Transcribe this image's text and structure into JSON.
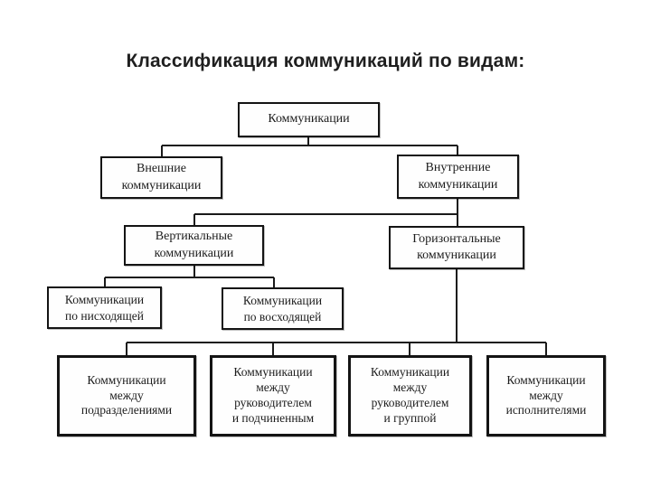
{
  "title": "Классификация коммуникаций по видам:",
  "diagram": {
    "type": "hierarchy-flowchart",
    "colors": {
      "background": "#ffffff",
      "line": "#1a1a1a",
      "box_fill": "#fefefe",
      "text": "#1c1c1c"
    },
    "nodes": [
      {
        "id": "communications",
        "level": 1,
        "label": "Коммуникации"
      },
      {
        "id": "external-communications",
        "level": 2,
        "label": "Внешние\nкоммуникации"
      },
      {
        "id": "internal-communications",
        "level": 2,
        "label": "Внутренние\nкоммуникации"
      },
      {
        "id": "vertical-communications",
        "level": 3,
        "label": "Вертикальные\nкоммуникации"
      },
      {
        "id": "horizontal-communications",
        "level": 3,
        "label": "Горизонтальные\nкоммуникации"
      },
      {
        "id": "downward-communications",
        "level": 4,
        "label": "Коммуникации\nпо нисходящей"
      },
      {
        "id": "upward-communications",
        "level": 4,
        "label": "Коммуникации\nпо восходящей"
      },
      {
        "id": "between-departments",
        "level": 5,
        "label": "Коммуникации\nмежду\nподразделениями"
      },
      {
        "id": "manager-subordinate",
        "level": 5,
        "label": "Коммуникации\nмежду\nруководителем\nи подчиненным"
      },
      {
        "id": "manager-group",
        "level": 5,
        "label": "Коммуникации\nмежду\nруководителем\nи группой"
      },
      {
        "id": "between-executors",
        "level": 5,
        "label": "Коммуникации\nмежду\nисполнителями"
      }
    ],
    "edges": [
      [
        "communications",
        "external-communications"
      ],
      [
        "communications",
        "internal-communications"
      ],
      [
        "internal-communications",
        "vertical-communications"
      ],
      [
        "internal-communications",
        "horizontal-communications"
      ],
      [
        "vertical-communications",
        "downward-communications"
      ],
      [
        "vertical-communications",
        "upward-communications"
      ],
      [
        "horizontal-communications",
        "between-departments"
      ],
      [
        "horizontal-communications",
        "manager-subordinate"
      ],
      [
        "horizontal-communications",
        "manager-group"
      ],
      [
        "horizontal-communications",
        "between-executors"
      ]
    ]
  }
}
